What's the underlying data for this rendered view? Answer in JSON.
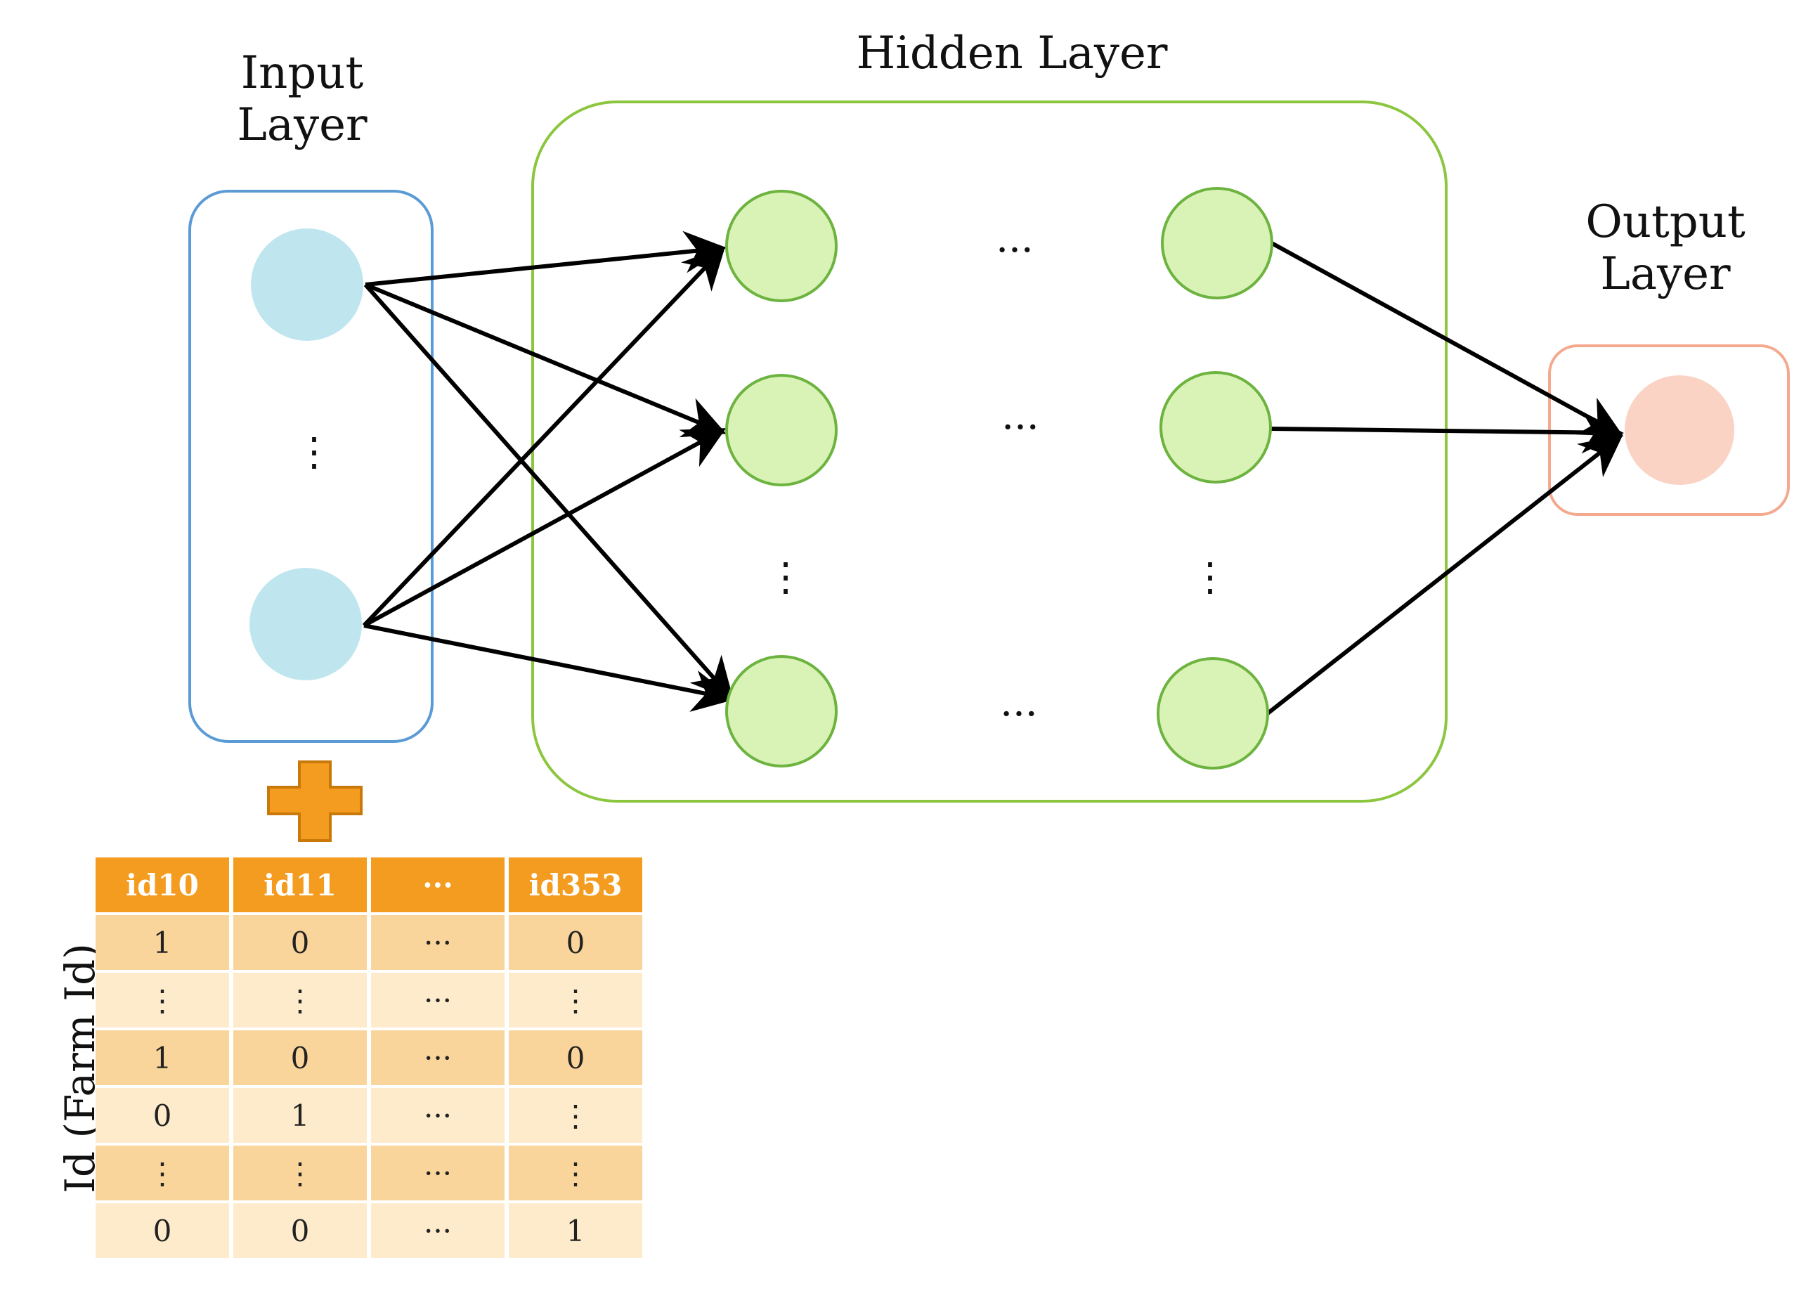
{
  "titles": {
    "input_line1": "Input",
    "input_line2": "Layer",
    "hidden": "Hidden Layer",
    "output_line1": "Output",
    "output_line2": "Layer"
  },
  "ellipsis": {
    "horizontal": "···",
    "vertical": "⋮"
  },
  "colors": {
    "input_box": "#5B9BD5",
    "input_node_fill": "#BFE6EF",
    "hidden_box": "#8CC63F",
    "hidden_node_fill": "#D9F2B5",
    "hidden_node_stroke": "#6DB33F",
    "output_box": "#F4A98E",
    "output_node_fill": "#FAD3C4",
    "table_header": "#F39C1F",
    "plus": "#F39C1F"
  },
  "table": {
    "side_label": "Id (Farm Id)",
    "headers": [
      "id10",
      "id11",
      "···",
      "id353"
    ],
    "rows": [
      [
        "1",
        "0",
        "···",
        "0"
      ],
      [
        "⋮",
        "⋮",
        "···",
        "⋮"
      ],
      [
        "1",
        "0",
        "···",
        "0"
      ],
      [
        "0",
        "1",
        "···",
        "⋮"
      ],
      [
        "⋮",
        "⋮",
        "···",
        "⋮"
      ],
      [
        "0",
        "0",
        "···",
        "1"
      ]
    ]
  }
}
